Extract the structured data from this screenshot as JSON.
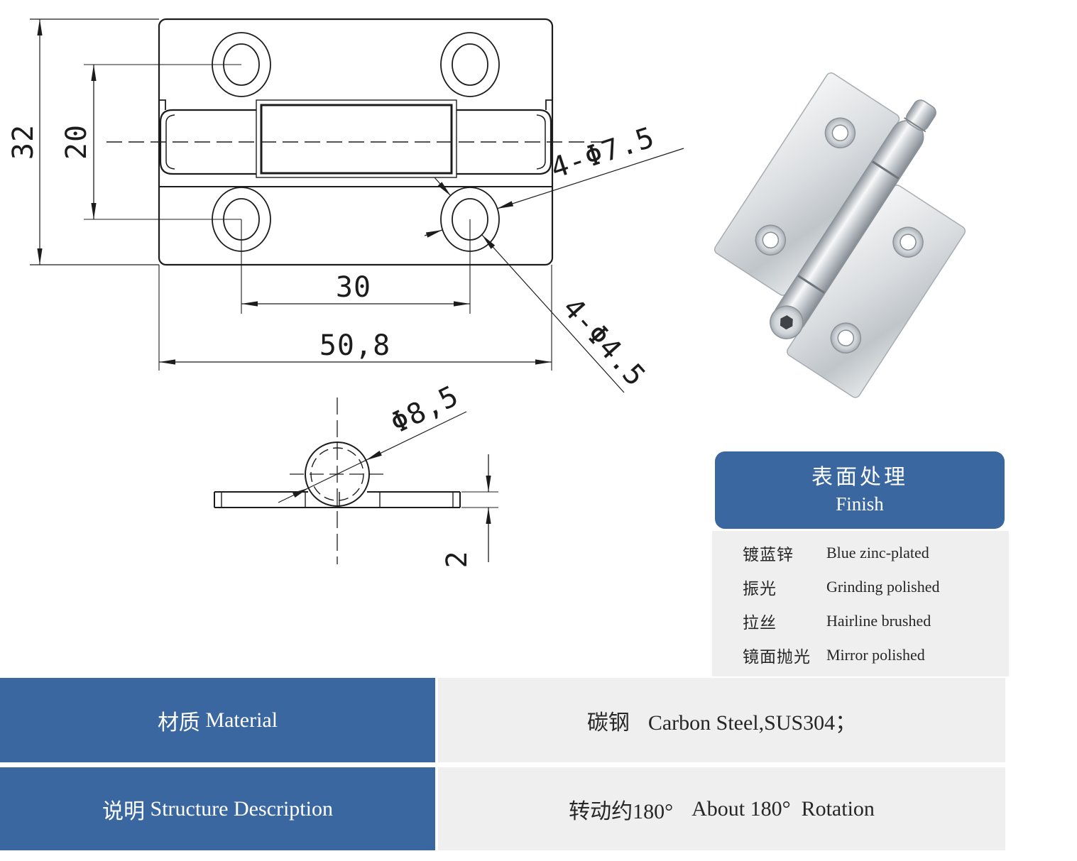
{
  "colors": {
    "accent_blue": "#3a67a0",
    "cell_gray": "#efefef",
    "line_dark": "#1c1c1c"
  },
  "drawing": {
    "front_view": {
      "dim_overall_height": "32",
      "dim_hole_pitch_vertical": "20",
      "dim_hole_pitch_horizontal": "30",
      "dim_overall_width": "50,8",
      "callout_countersink": "4-Φ7.5",
      "callout_through_hole": "4-Φ4.5"
    },
    "side_view": {
      "dim_knuckle_diameter": "Φ8,5",
      "dim_plate_thickness": "2"
    }
  },
  "finish_table": {
    "title_cn": "表面处理",
    "title_en": "Finish",
    "rows": [
      {
        "cn": "镀蓝锌",
        "en": "Blue zinc-plated"
      },
      {
        "cn": "振光",
        "en": "Grinding polished"
      },
      {
        "cn": "拉丝",
        "en": "Hairline brushed"
      },
      {
        "cn": "镜面抛光",
        "en": "Mirror polished"
      }
    ]
  },
  "spec_table": {
    "rows": [
      {
        "label_cn": "材质",
        "label_en": "Material",
        "value_cn": "碳钢",
        "value_en": "Carbon Steel,SUS304；"
      },
      {
        "label_cn": "说明",
        "label_en": "Structure Description",
        "value_cn": "转动约180°",
        "value_en": "About 180°  Rotation"
      }
    ]
  }
}
